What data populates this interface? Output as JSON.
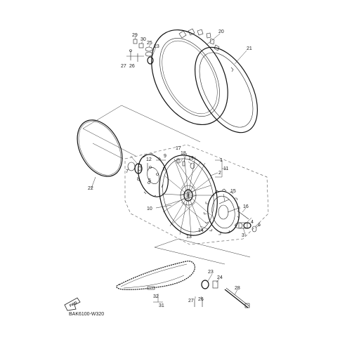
{
  "diagram": {
    "reference_code": "BAK6100-W320",
    "direction_badge": "FWD",
    "callouts": {
      "c1": "1",
      "c2": "2",
      "c3": "3",
      "c4": "4",
      "c5": "5",
      "c6": "6",
      "c7": "7",
      "c8": "8",
      "c9": "9",
      "c10": "10",
      "c11": "11",
      "c12": "12",
      "c13": "13",
      "c14": "14",
      "c15": "15",
      "c16": "16",
      "c17": "17",
      "c18": "18",
      "c19": "19",
      "c20": "20",
      "c21": "21",
      "c22": "22",
      "c23": "23",
      "c23b": "23",
      "c24": "24",
      "c25": "25",
      "c26": "26",
      "c26b": "26",
      "c27": "27",
      "c27b": "27",
      "c28": "28",
      "c29": "29",
      "c30": "30",
      "c31": "31",
      "c32": "32"
    }
  }
}
